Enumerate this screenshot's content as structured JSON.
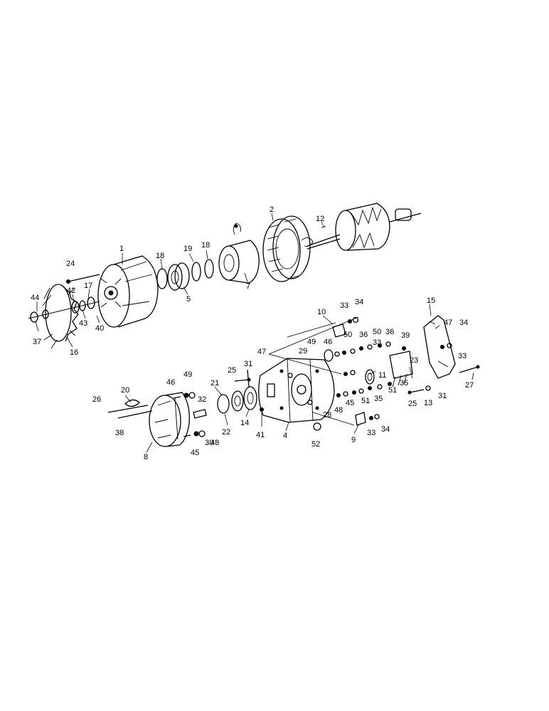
{
  "diagram": {
    "upper_assembly_labels": [
      "1",
      "2",
      "5",
      "7",
      "12",
      "16",
      "17",
      "18",
      "18",
      "19",
      "24",
      "37",
      "40",
      "42",
      "43",
      "44"
    ],
    "lower_assembly_labels": [
      "4",
      "8",
      "9",
      "10",
      "11",
      "13",
      "14",
      "15",
      "20",
      "21",
      "22",
      "23",
      "25",
      "25",
      "26",
      "27",
      "28",
      "29",
      "30",
      "31",
      "31",
      "32",
      "33",
      "33",
      "33",
      "33",
      "34",
      "34",
      "34",
      "35",
      "35",
      "36",
      "36",
      "38",
      "39",
      "41",
      "45",
      "45",
      "46",
      "46",
      "47",
      "47",
      "48",
      "48",
      "49",
      "49",
      "50",
      "50",
      "51",
      "51",
      "52"
    ]
  }
}
